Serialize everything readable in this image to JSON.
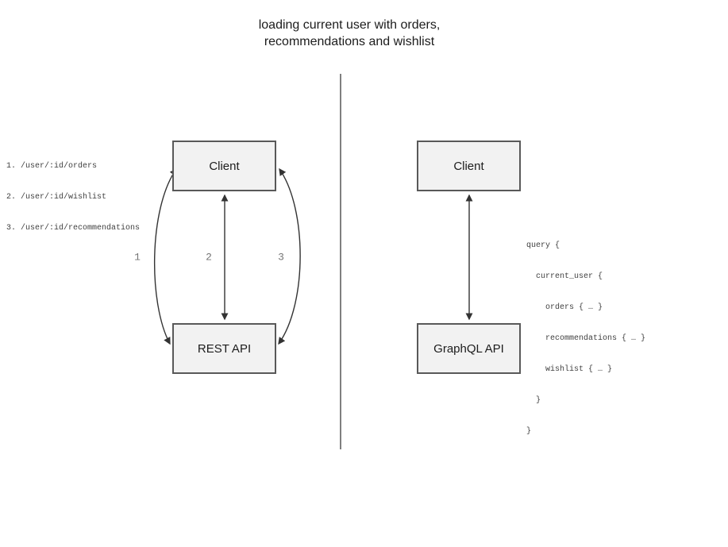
{
  "title": {
    "line1": "loading current user with orders,",
    "line2": "recommendations and wishlist"
  },
  "rest_panel": {
    "endpoints": [
      "1. /user/:id/orders",
      "2. /user/:id/wishlist",
      "3. /user/:id/recommendations"
    ],
    "client_label": "Client",
    "api_label": "REST API",
    "arrow_labels": [
      "1",
      "2",
      "3"
    ]
  },
  "graphql_panel": {
    "client_label": "Client",
    "api_label": "GraphQL API",
    "query_lines": [
      "query {",
      "  current_user {",
      "    orders { … }",
      "    recommendations { … }",
      "    wishlist { … }",
      "  }",
      "}"
    ]
  },
  "colors": {
    "box_fill": "#f2f2f2",
    "box_border": "#595959",
    "arrow_stroke": "#333333",
    "divider_stroke": "#7f7f7f",
    "code_text": "#3f3f3f",
    "label_text": "#757575"
  }
}
